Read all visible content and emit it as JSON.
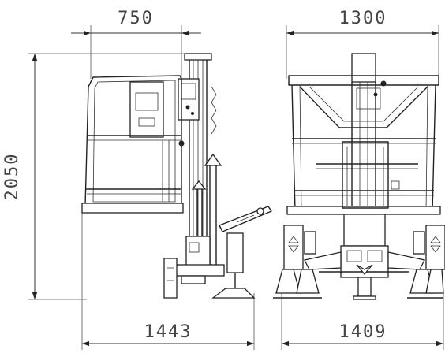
{
  "dimensions": {
    "side_width": "750",
    "front_width": "1300",
    "height": "2050",
    "side_base_length": "1443",
    "front_base_width": "1409"
  }
}
